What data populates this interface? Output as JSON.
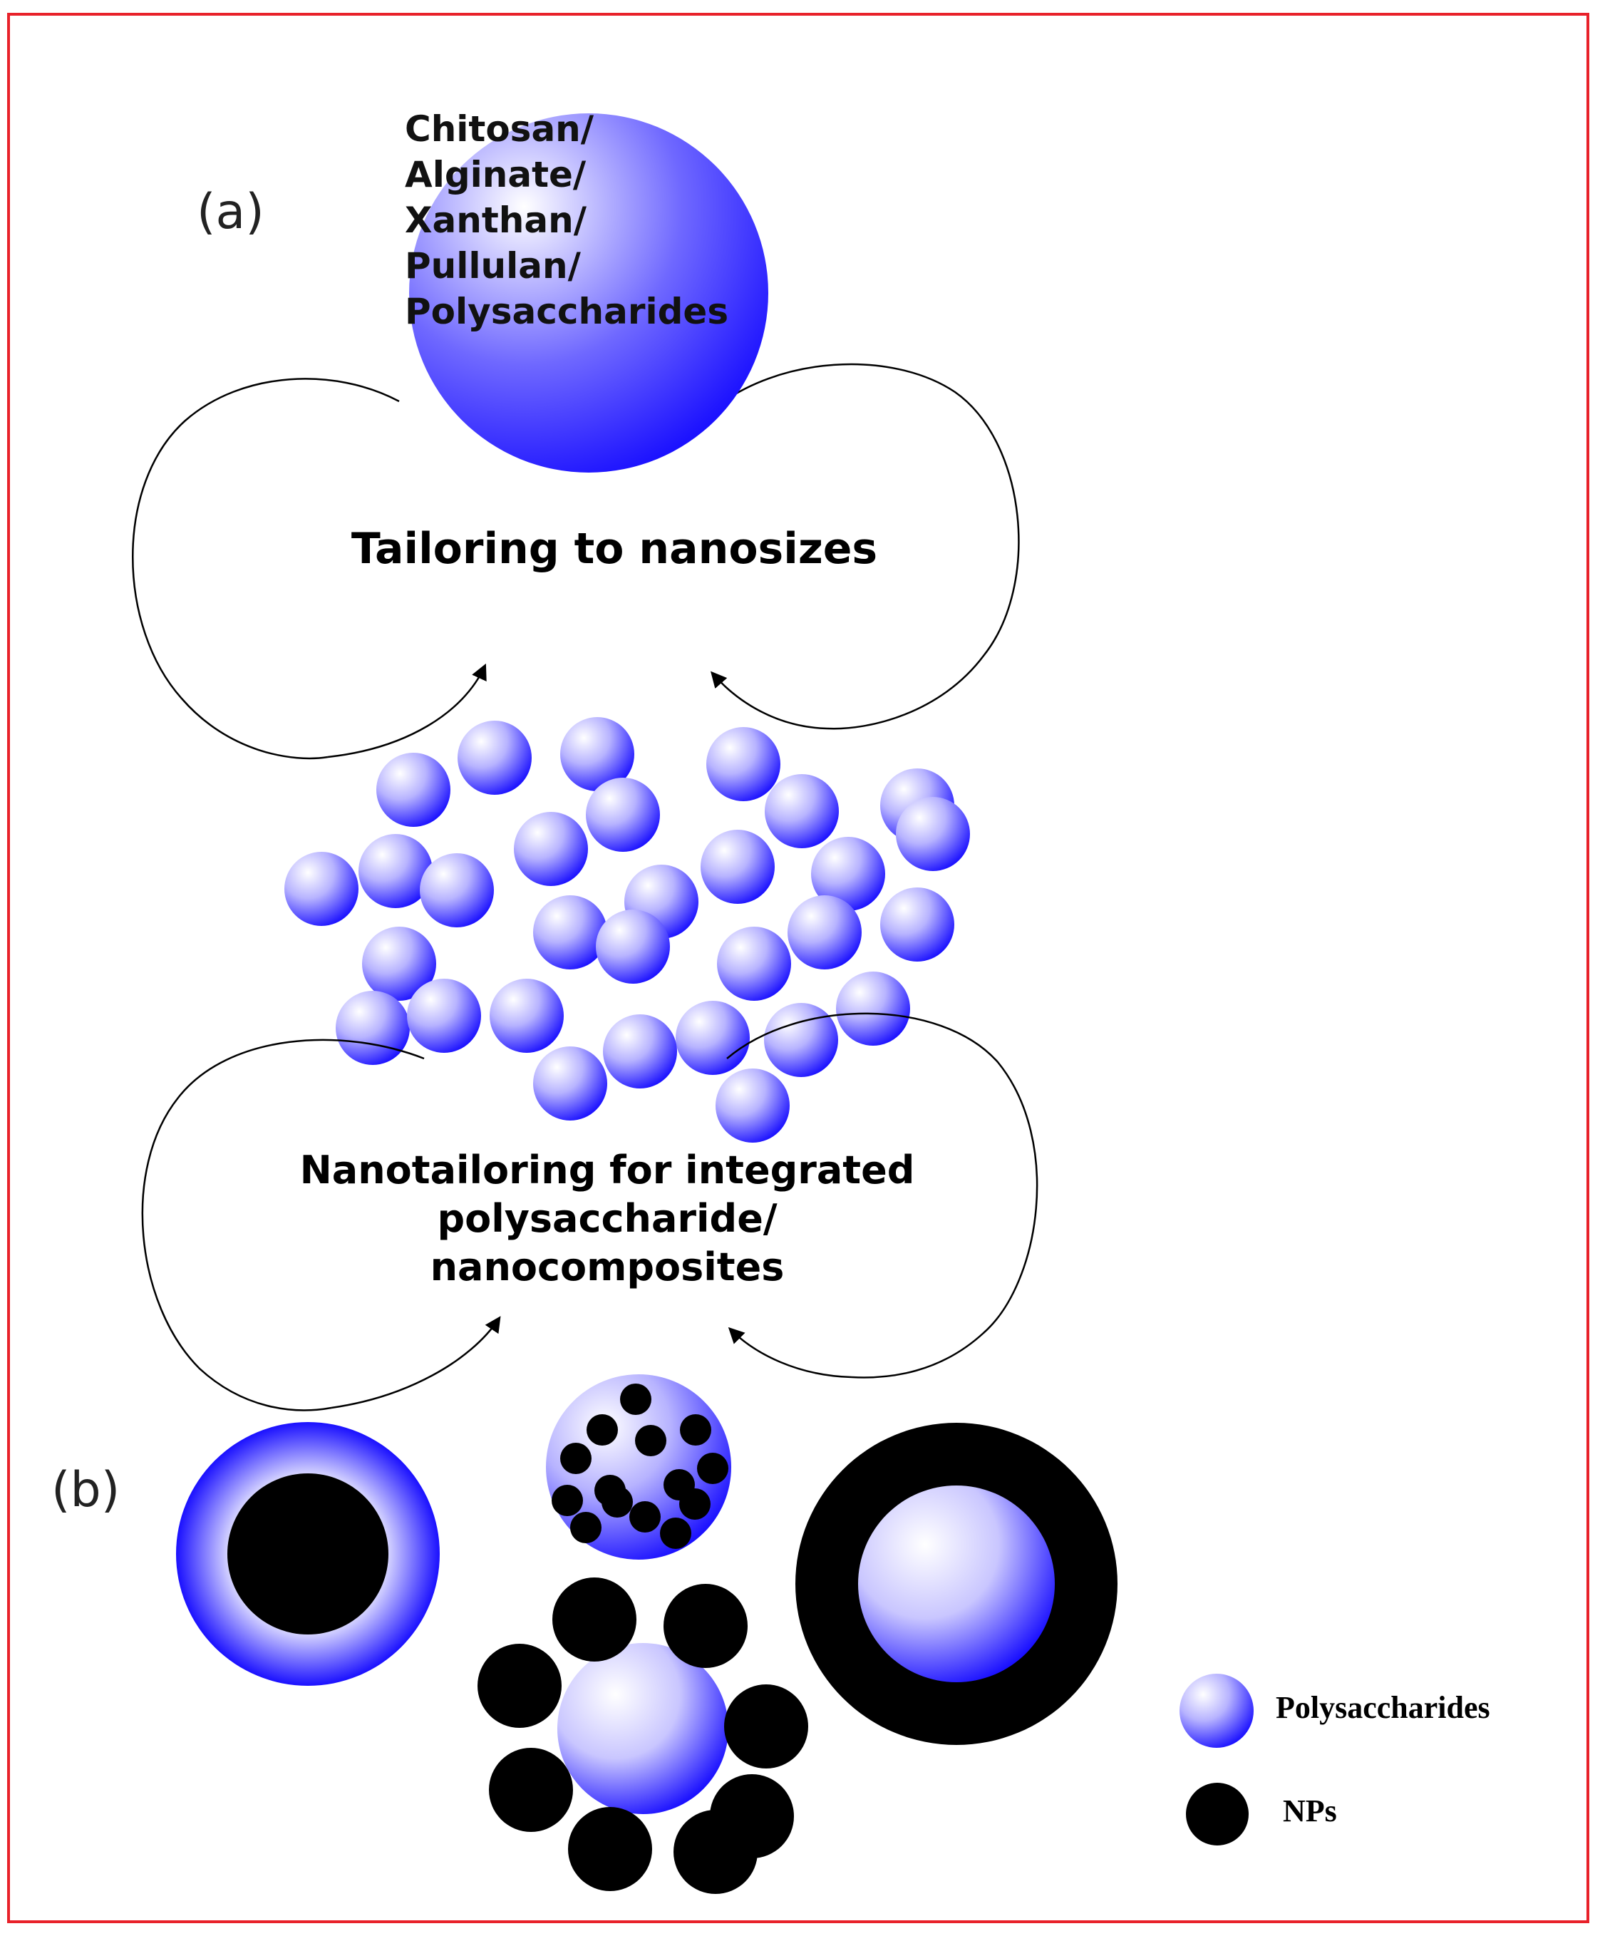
{
  "panel_a": {
    "letter": "(a)",
    "big_sphere_lines": [
      "Chitosan/",
      "Alginate/",
      "Xanthan/",
      "Pullulan/",
      "Polysaccharides"
    ],
    "step1_label": "Tailoring to nanosizes",
    "step2_lines": [
      "Nanotailoring for integrated",
      "polysaccharide/",
      "nanocomposites"
    ]
  },
  "panel_b": {
    "letter": "(b)"
  },
  "legend": {
    "items": [
      {
        "label": "Polysaccharides",
        "swatch": "polysaccharide-sphere"
      },
      {
        "label": "NPs",
        "swatch": "np-dot"
      }
    ]
  },
  "colors": {
    "frame": "#e8212a",
    "polysaccharide_blue": "#1a10ff",
    "polysaccharide_highlight": "#ffffff",
    "nanoparticle": "#000000",
    "arrow": "#000000"
  }
}
